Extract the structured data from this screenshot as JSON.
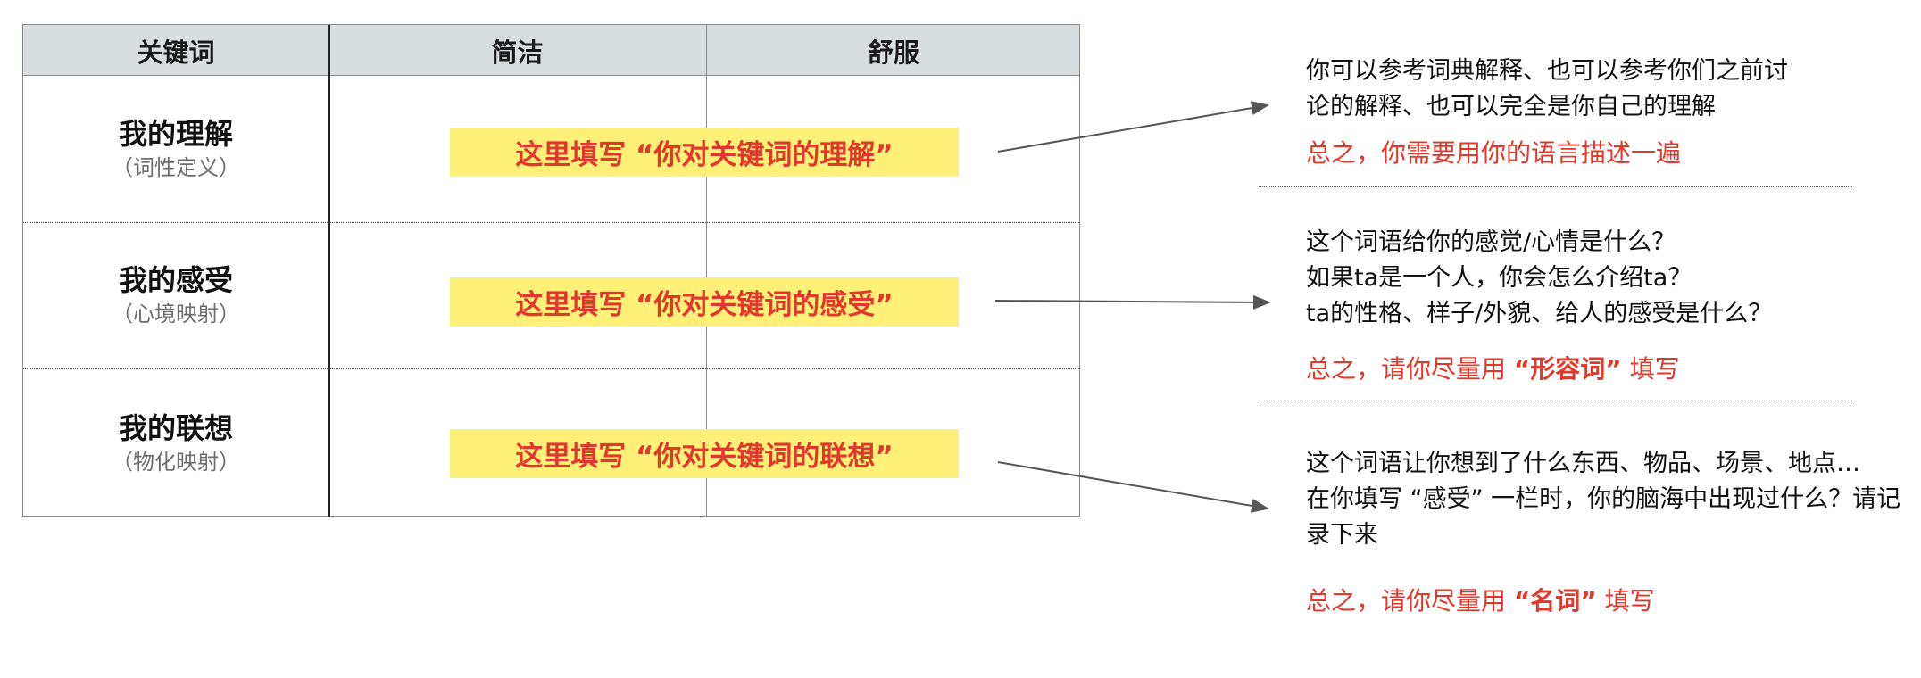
{
  "table": {
    "headers": [
      "关键词",
      "简洁",
      "舒服"
    ],
    "rows": [
      {
        "title": "我的理解",
        "subtitle": "（词性定义）",
        "fill": "这里填写 “你对关键词的理解”"
      },
      {
        "title": "我的感受",
        "subtitle": "（心境映射）",
        "fill": "这里填写 “你对关键词的感受”"
      },
      {
        "title": "我的联想",
        "subtitle": "（物化映射）",
        "fill": "这里填写 “你对关键词的联想”"
      }
    ]
  },
  "notes": [
    {
      "lines": [
        "你可以参考词典解释、也可以参考你们之前讨",
        "论的解释、也可以完全是你自己的理解"
      ],
      "summary_prefix": "总之，你需要用你的语言描述一遍",
      "summary_bold": "",
      "summary_suffix": ""
    },
    {
      "lines": [
        "这个词语给你的感觉/心情是什么？",
        "如果ta是一个人，你会怎么介绍ta？",
        "ta的性格、样子/外貌、给人的感受是什么？"
      ],
      "summary_prefix": "总之，请你尽量用 ",
      "summary_bold": "“形容词”",
      "summary_suffix": " 填写"
    },
    {
      "lines": [
        "这个词语让你想到了什么东西、物品、场景、地点…",
        "在你填写 “感受” 一栏时，你的脑海中出现过什么？请记",
        "录下来"
      ],
      "summary_prefix": "总之，请你尽量用 ",
      "summary_bold": "“名词”",
      "summary_suffix": " 填写"
    }
  ],
  "colors": {
    "accent": "#e0392b",
    "highlight": "#fff07a",
    "header_bg": "#d8dde0"
  }
}
